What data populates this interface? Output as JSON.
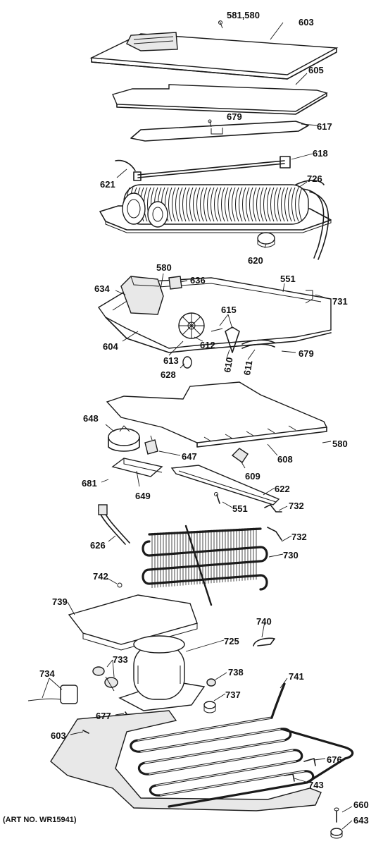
{
  "caption": "(ART NO. WR15941)",
  "labels": [
    {
      "id": "581-580",
      "text": "581,580"
    },
    {
      "id": "603-top",
      "text": "603"
    },
    {
      "id": "605",
      "text": "605"
    },
    {
      "id": "679-top",
      "text": "679"
    },
    {
      "id": "617",
      "text": "617"
    },
    {
      "id": "618",
      "text": "618"
    },
    {
      "id": "621",
      "text": "621"
    },
    {
      "id": "726",
      "text": "726"
    },
    {
      "id": "620",
      "text": "620"
    },
    {
      "id": "580-mid",
      "text": "580"
    },
    {
      "id": "636",
      "text": "636"
    },
    {
      "id": "634",
      "text": "634"
    },
    {
      "id": "551-top",
      "text": "551"
    },
    {
      "id": "731",
      "text": "731"
    },
    {
      "id": "615",
      "text": "615"
    },
    {
      "id": "604",
      "text": "604"
    },
    {
      "id": "612",
      "text": "612"
    },
    {
      "id": "613",
      "text": "613"
    },
    {
      "id": "679-mid",
      "text": "679"
    },
    {
      "id": "628",
      "text": "628"
    },
    {
      "id": "610",
      "text": "610"
    },
    {
      "id": "611",
      "text": "611"
    },
    {
      "id": "648",
      "text": "648"
    },
    {
      "id": "580-right",
      "text": "580"
    },
    {
      "id": "647",
      "text": "647"
    },
    {
      "id": "608",
      "text": "608"
    },
    {
      "id": "609",
      "text": "609"
    },
    {
      "id": "681",
      "text": "681"
    },
    {
      "id": "649",
      "text": "649"
    },
    {
      "id": "622",
      "text": "622"
    },
    {
      "id": "551-bottom",
      "text": "551"
    },
    {
      "id": "732-a",
      "text": "732"
    },
    {
      "id": "626",
      "text": "626"
    },
    {
      "id": "732-b",
      "text": "732"
    },
    {
      "id": "730",
      "text": "730"
    },
    {
      "id": "742",
      "text": "742"
    },
    {
      "id": "739",
      "text": "739"
    },
    {
      "id": "740",
      "text": "740"
    },
    {
      "id": "725",
      "text": "725"
    },
    {
      "id": "733",
      "text": "733"
    },
    {
      "id": "734",
      "text": "734"
    },
    {
      "id": "738",
      "text": "738"
    },
    {
      "id": "741",
      "text": "741"
    },
    {
      "id": "737",
      "text": "737"
    },
    {
      "id": "677",
      "text": "677"
    },
    {
      "id": "603-bottom",
      "text": "603"
    },
    {
      "id": "676",
      "text": "676"
    },
    {
      "id": "743",
      "text": "743"
    },
    {
      "id": "660",
      "text": "660"
    },
    {
      "id": "643",
      "text": "643"
    }
  ]
}
